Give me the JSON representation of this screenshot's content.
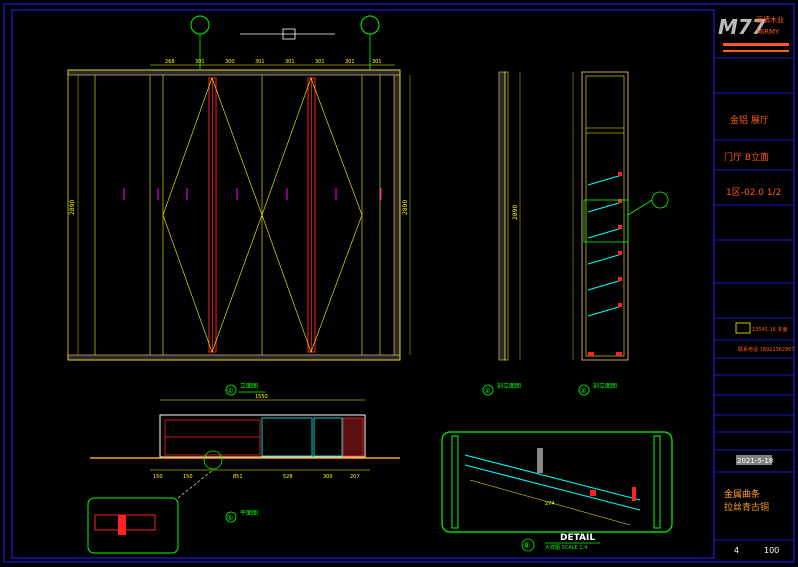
{
  "title_block": {
    "logo": "M77",
    "brand_cn": "丽墙木业",
    "brand_en": "MIRMY",
    "project": "金铝 展厅",
    "drawing_name": "门厅  B立面",
    "drawing_no": "1区-02.0   1/2",
    "phone": "13545.16 多面",
    "contact": "联系电话 18921362907",
    "date": "2021-5-18",
    "material_line1": "金属曲条",
    "material_line2": "拉丝青古铜",
    "page_no": "4",
    "scale": "100"
  },
  "views": {
    "elevation_label": "立面图",
    "elevation_no": "①",
    "plan_label": "平面图",
    "plan_no": "⑤",
    "section1_label": "剖立面图",
    "section1_no": "①",
    "section2_label": "剖立面图",
    "section2_no": "②",
    "detail_title": "DETAIL",
    "detail_sub": "大样图   SCALE 1:4",
    "detail_no": "⑧"
  },
  "dimensions": {
    "elev_top": [
      "268",
      "301",
      "300",
      "301",
      "301",
      "301",
      "301",
      "301"
    ],
    "elev_height": "2890",
    "elev_height_right": "2890",
    "plan_top": "1550",
    "plan_bottom": [
      "150",
      "150",
      "851",
      "528",
      "300",
      "207"
    ],
    "section_height": "2890",
    "detail_dim": "274"
  },
  "colors": {
    "frame": "#1f1fff",
    "line": "#ffff00",
    "red": "#ff2020",
    "cyan": "#00ffff",
    "green": "#00ff00",
    "magenta": "#ff00ff",
    "orange": "#ff5a1a",
    "brown": "#c8a070"
  }
}
